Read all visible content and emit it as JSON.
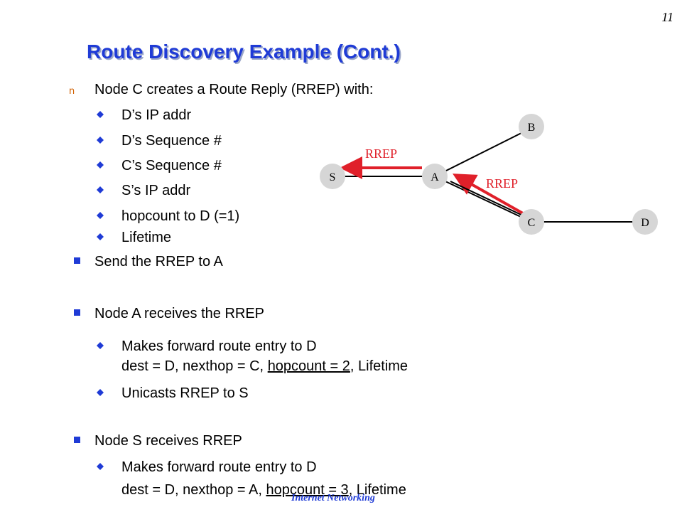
{
  "page_number": "11",
  "title": "Route Discovery Example (Cont.)",
  "intro": "Node C creates a Route Reply (RREP) with:",
  "rrep_fields": [
    "D’s IP addr",
    "D’s Sequence #",
    "C’s Sequence #",
    "S’s IP addr",
    "hopcount to D (=1)",
    "Lifetime"
  ],
  "send_step": "Send the RREP to A",
  "node_a": {
    "heading": " Node A receives the RREP",
    "item1_line1": "Makes forward route entry to D",
    "item1_line2_pre": "dest = D, nexthop = C, ",
    "item1_line2_ul": "hopcount = 2",
    "item1_line2_post": ", Lifetime",
    "item2": "Unicasts RREP to S"
  },
  "node_s": {
    "heading": "Node S receives RREP",
    "item1_line1": "Makes forward route entry to D",
    "item1_line2_pre": "dest = D, nexthop = A, ",
    "item1_line2_ul": "hopcount = 3",
    "item1_line2_post": ", Lifetime"
  },
  "footer": "Internet  Networking",
  "diagram": {
    "nodes": {
      "s": "S",
      "a": "A",
      "b": "B",
      "c": "C",
      "d": "D"
    },
    "rrep_label_top": "RREP",
    "rrep_label_right": "RREP"
  },
  "colors": {
    "title": "#1f3bd6",
    "bullet": "#1f3bd6",
    "arrow": "#e0202a",
    "node_fill": "#d6d6d6"
  }
}
